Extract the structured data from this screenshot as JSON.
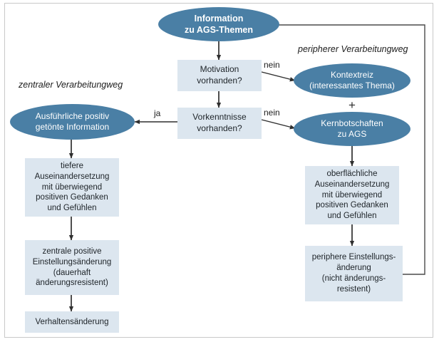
{
  "diagram": {
    "title_path_central": "zentraler Verarbeitungweg",
    "title_path_peripheral": "peripherer Verarbeitungweg",
    "plus": "+",
    "colors": {
      "ellipse_fill": "#4a7fa5",
      "box_fill": "#dce6ef",
      "frame_border": "#c9c9c9",
      "line": "#3a3a3a",
      "ellipse_text": "#ffffff",
      "box_text": "#20262b"
    },
    "nodes": {
      "information": "Information\nzu AGS-Themen",
      "motivation": "Motivation\nvorhanden?",
      "vorkenntnisse": "Vorkenntnisse\nvorhanden?",
      "kontextreiz": "Kontextreiz\n(interessantes Thema)",
      "kernbotschaften": "Kernbotschaften\nzu AGS",
      "ausfuehrliche": "Ausführliche positiv\ngetönte Information",
      "tiefere": "tiefere\nAuseinandersetzung\nmit überwiegend\npositiven Gedanken\nund Gefühlen",
      "oberflaechliche": "oberflächliche\nAuseinandersetzung\nmit überwiegend\npositiven Gedanken\nund Gefühlen",
      "zentrale": "zentrale positive\nEinstellungsänderung\n(dauerhaft\nänderungsresistent)",
      "periphere": "periphere Einstellungs-\nänderung\n(nicht änderungs-\nresistent)",
      "verhaltensaenderung": "Verhaltensänderung"
    },
    "edge_labels": {
      "motivation_nein": "nein",
      "vorkenntnisse_nein": "nein",
      "vorkenntnisse_ja": "ja"
    }
  }
}
